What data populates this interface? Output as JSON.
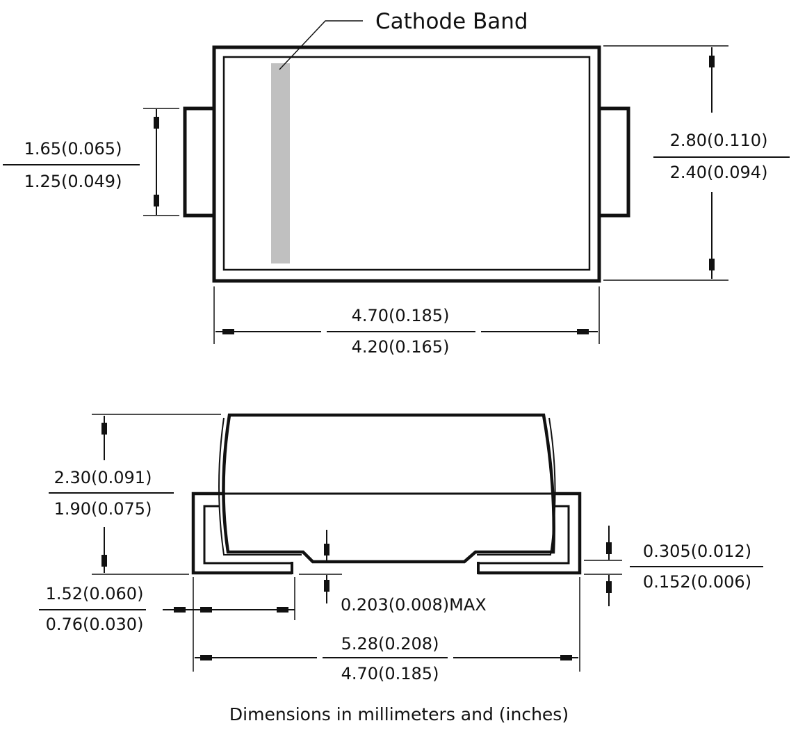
{
  "colors": {
    "ink": "#111111",
    "band": "#c0c0c0",
    "background": "#ffffff"
  },
  "top_view": {
    "cathode_label": "Cathode Band",
    "height_max": "2.80(0.110)",
    "height_min": "2.40(0.094)",
    "lead_max": "1.65(0.065)",
    "lead_min": "1.25(0.049)",
    "length_max": "4.70(0.185)",
    "length_min": "4.20(0.165)"
  },
  "side_view": {
    "body_height_max": "2.30(0.091)",
    "body_height_min": "1.90(0.075)",
    "lead_thick_max": "0.305(0.012)",
    "lead_thick_min": "0.152(0.006)",
    "standoff": "0.203(0.008)MAX",
    "foot_max": "1.52(0.060)",
    "foot_min": "0.76(0.030)",
    "overall_max": "5.28(0.208)",
    "overall_min": "4.70(0.185)"
  },
  "caption": "Dimensions in millimeters and (inches)"
}
